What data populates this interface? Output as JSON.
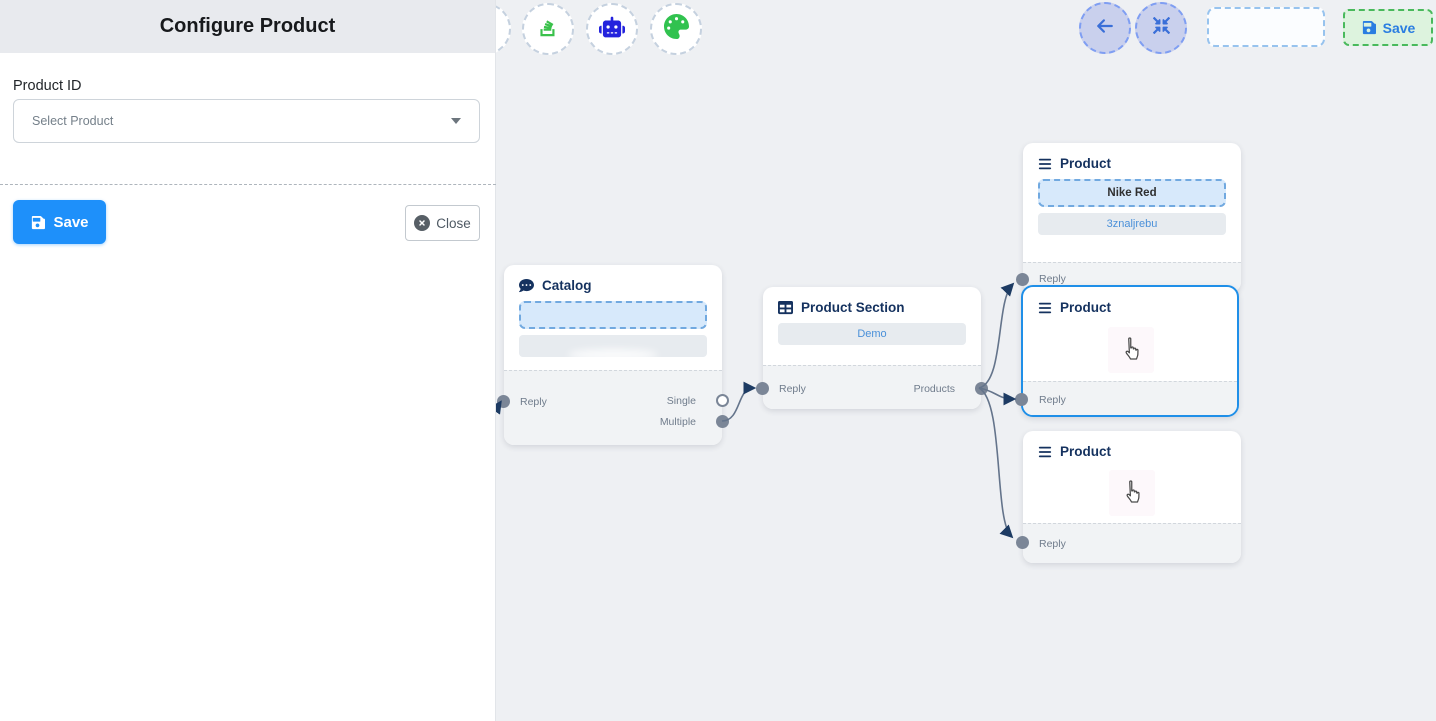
{
  "panel": {
    "title": "Configure Product",
    "product_id_label": "Product ID",
    "select_placeholder": "Select Product",
    "save_label": "Save",
    "close_label": "Close"
  },
  "toolbar": {
    "left_icons": [
      "stack-icon",
      "robot-icon",
      "palette-icon"
    ],
    "back_icon": "arrow-left-icon",
    "fit_icon": "compress-icon",
    "save_label": "Save"
  },
  "nodes": {
    "catalog": {
      "title": "Catalog",
      "reply_label": "Reply",
      "single_label": "Single",
      "multiple_label": "Multiple"
    },
    "product_section": {
      "title": "Product Section",
      "button_label": "Demo",
      "reply_label": "Reply",
      "products_label": "Products"
    },
    "product_top": {
      "title": "Product",
      "item_primary": "Nike Red",
      "item_secondary": "3znaljrebu",
      "reply_label": "Reply"
    },
    "product_middle": {
      "title": "Product",
      "reply_label": "Reply"
    },
    "product_bottom": {
      "title": "Product",
      "reply_label": "Reply"
    }
  },
  "colors": {
    "primary_blue": "#1e90fa",
    "selected_node_border": "#1f8fe8",
    "edge_stroke": "#64748b",
    "arrowhead": "#1d3b63",
    "green_save_border": "#49b95c",
    "green_save_bg": "#ddf3de",
    "icon_green": "#3ac14b",
    "icon_robot_blue": "#2322dd",
    "panel_header_bg": "#e8eaee",
    "canvas_bg": "#eef0f3"
  }
}
